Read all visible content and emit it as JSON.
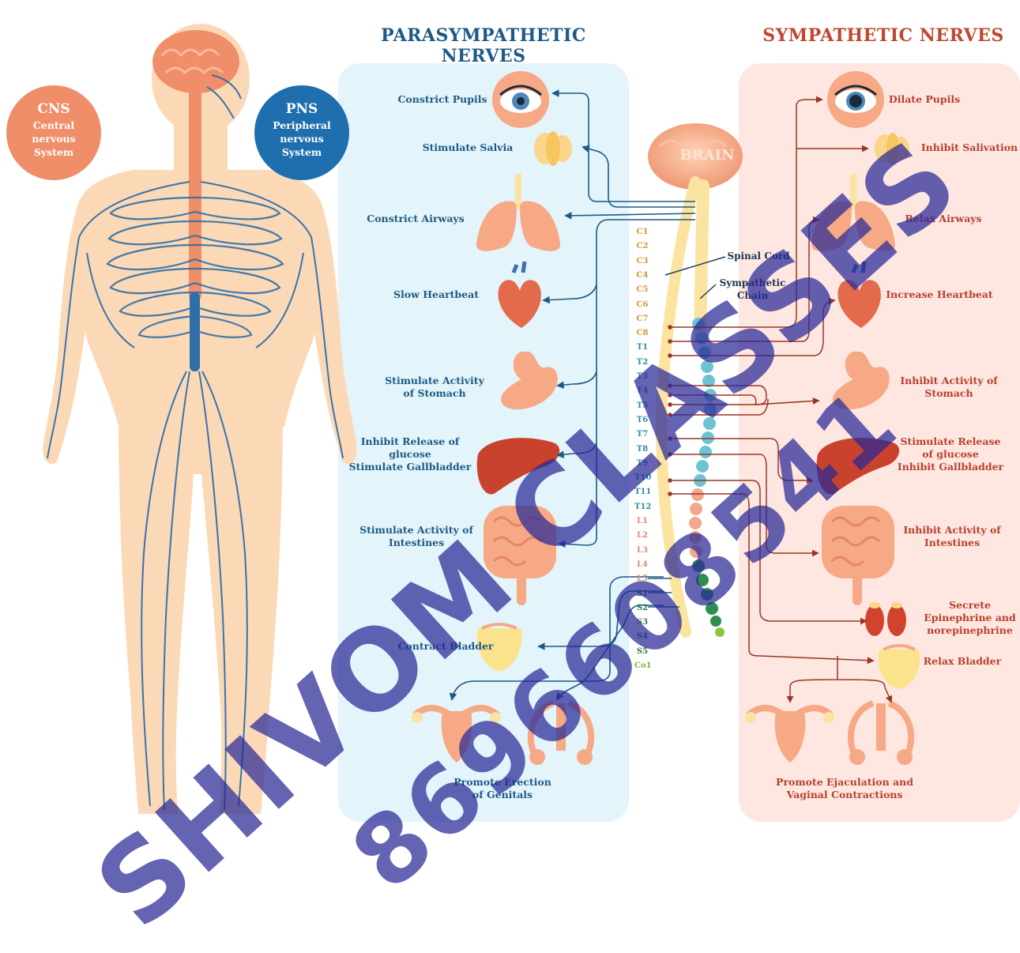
{
  "headers": {
    "parasympathetic": "PARASYMPATHETIC NERVES",
    "sympathetic": "SYMPATHETIC NERVES"
  },
  "cns": {
    "title": "CNS",
    "desc": "Central\nnervous\nSystem"
  },
  "pns": {
    "title": "PNS",
    "desc": "Peripheral\nnervous\nSystem"
  },
  "brain_label": "BRAIN",
  "spinal_cord_label": "Spinal Cord",
  "sympathetic_chain_label": "Sympathetic\nChain",
  "parasympathetic_labels": {
    "pupils": "Constrict Pupils",
    "saliva": "Stimulate Salvia",
    "airways": "Constrict Airways",
    "heart": "Slow Heartbeat",
    "stomach": "Stimulate Activity\nof Stomach",
    "liver": "Inhibit Release of\nglucose\nStimulate Gallbladder",
    "intestines": "Stimulate Activity of\nIntestines",
    "bladder": "Contract Bladder",
    "genitals": "Promote Erection\nof Genitals"
  },
  "sympathetic_labels": {
    "pupils": "Dilate Pupils",
    "saliva": "Inhibit Salivation",
    "airways": "Relax Airways",
    "heart": "Increase Heartbeat",
    "stomach": "Inhibit Activity of\nStomach",
    "liver": "Stimulate Release\nof glucose\nInhibit Gallbladder",
    "intestines": "Inhibit Activity of\nIntestines",
    "adrenal": "Secrete\nEpinephrine and\nnorepinephrine",
    "bladder": "Relax Bladder",
    "genitals": "Promote Ejaculation and\nVaginal Contractions"
  },
  "spinal_segments": {
    "cervical": [
      "C1",
      "C2",
      "C3",
      "C4",
      "C5",
      "C6",
      "C7",
      "C8"
    ],
    "thoracic": [
      "T1",
      "T2",
      "T3",
      "T4",
      "T5",
      "T6",
      "T7",
      "T8",
      "T9",
      "T10",
      "T11",
      "T12"
    ],
    "lumbar": [
      "L1",
      "L2",
      "L3",
      "L4",
      "L5"
    ],
    "sacral": [
      "S1",
      "S2",
      "S3",
      "S4",
      "S5"
    ],
    "coccygeal": [
      "Co1"
    ]
  },
  "watermark": {
    "line1": "SHIVOM CLASSES",
    "line2": "8696608541"
  },
  "colors": {
    "para_text": "#1d5a85",
    "symp_text": "#b9402e",
    "para_panel": "#e3f4fb",
    "symp_panel": "#fde7e0",
    "nerve": "#2f6fa8",
    "body": "#fbd9b6",
    "cns_orange": "#ef8e68",
    "pns_blue": "#1f6fae",
    "watermark": "#28289a"
  }
}
